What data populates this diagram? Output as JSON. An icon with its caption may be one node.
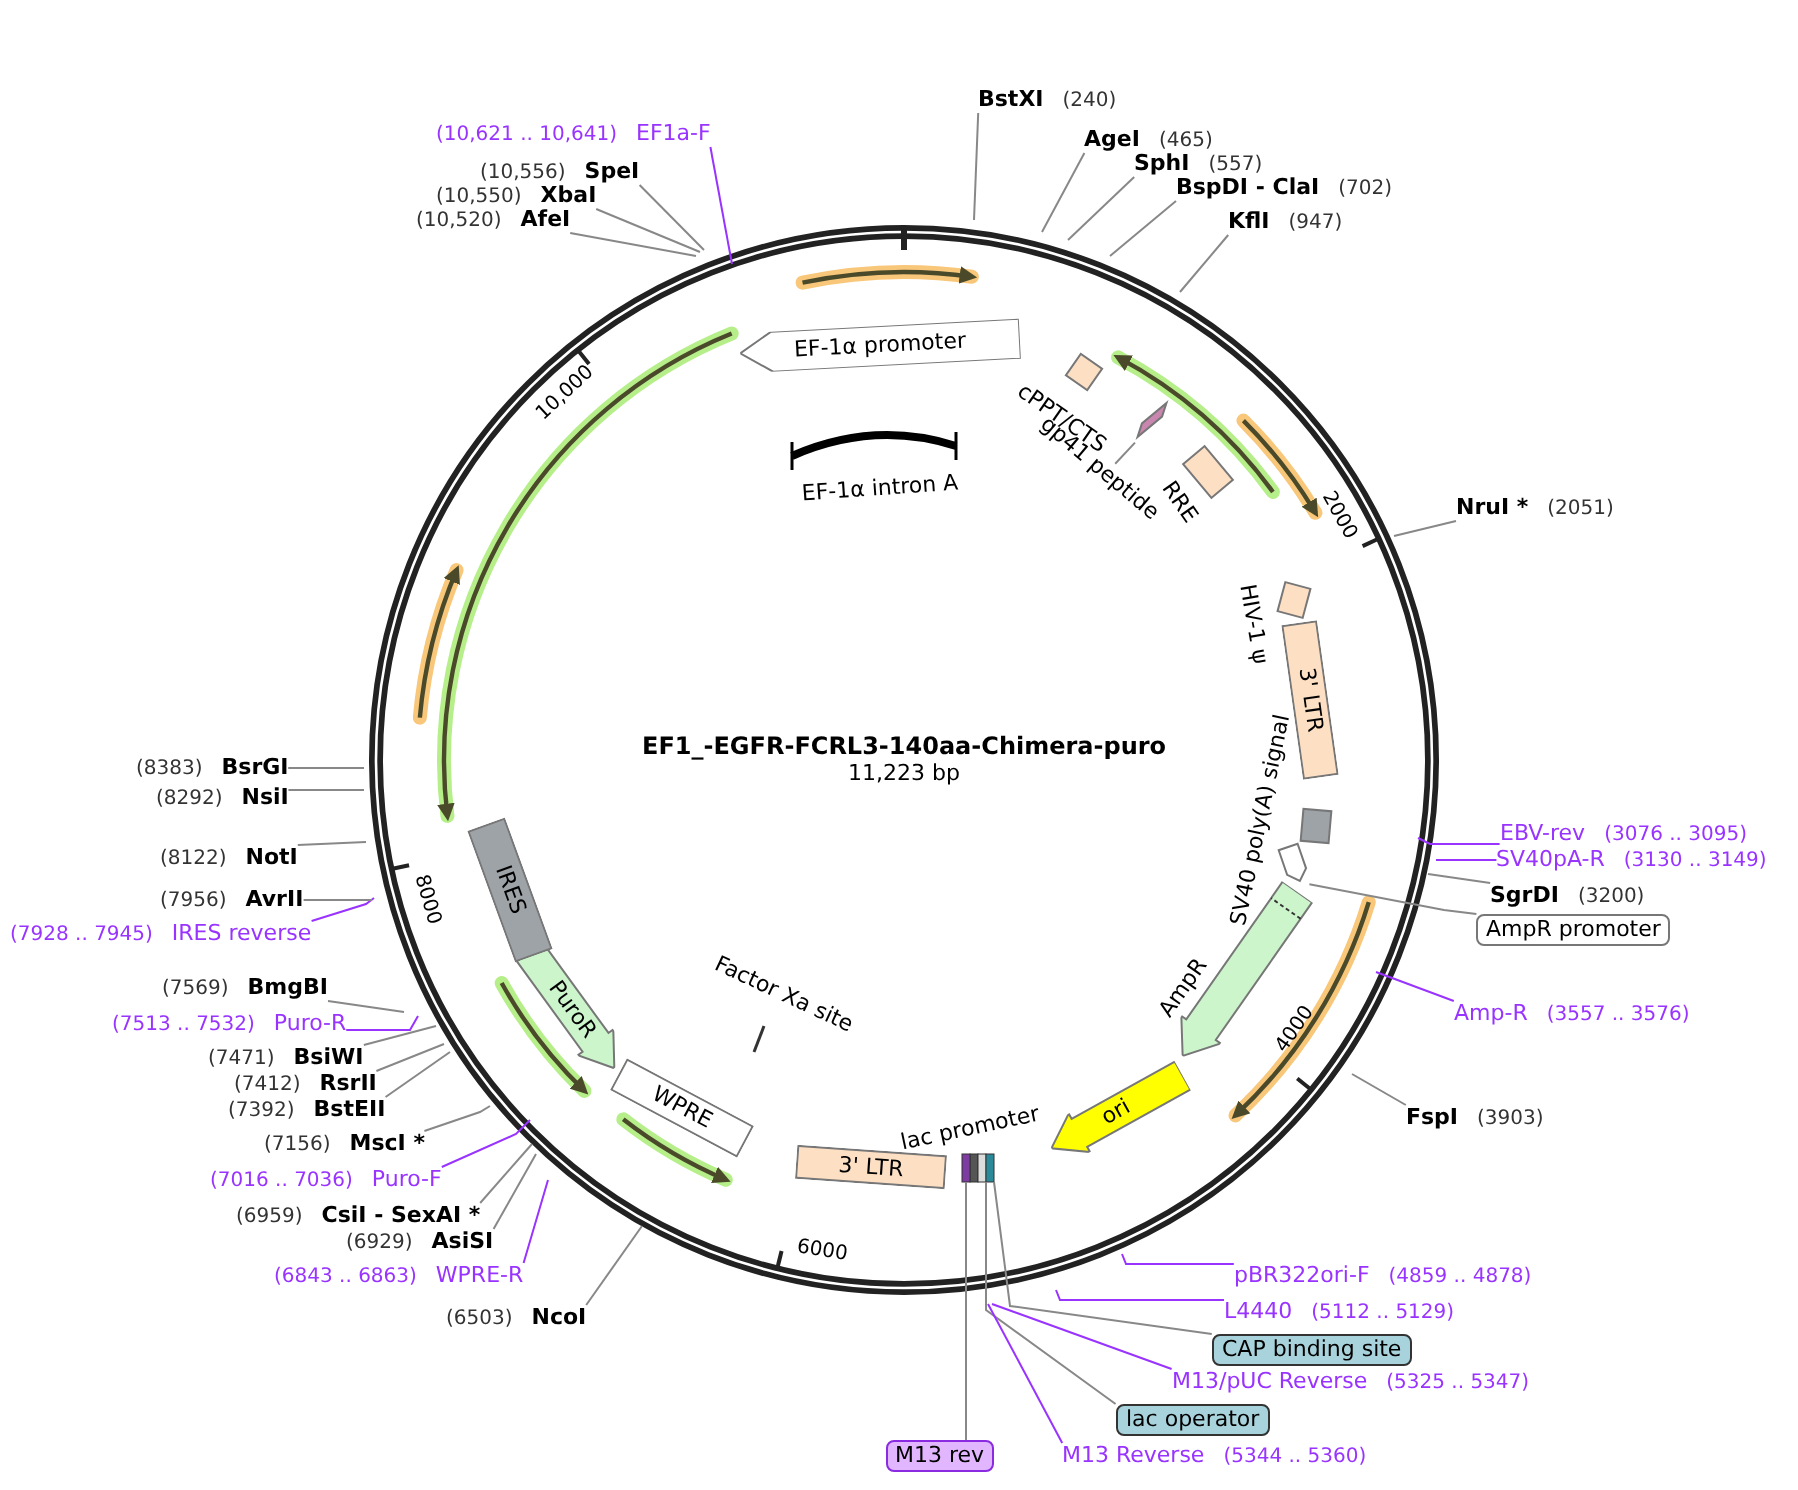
{
  "diagram": {
    "title": "EF1_-EGFR-FCRL3-140aa-Chimera-puro",
    "nodes": [
      {
        "text": [
          "BstXI",
          "(240)"
        ]
      },
      {
        "text": [
          "AgeI",
          "(465)"
        ]
      },
      {
        "text": [
          "SphI",
          "(557)"
        ]
      },
      {
        "text": [
          "BspDI - ClaI",
          "(702)"
        ]
      },
      {
        "text": [
          "KflI",
          "(947)"
        ]
      },
      {
        "text": [
          "NruI *",
          "(2051)"
        ]
      },
      {
        "text": [
          "EBV-rev",
          "(3076 .. 3095)"
        ]
      },
      {
        "text": [
          "SV40pA-R",
          "(3130 .. 3149)"
        ]
      },
      {
        "text": [
          "SgrDI",
          "(3200)"
        ]
      },
      {
        "text": [
          "AmpR promoter"
        ]
      },
      {
        "text": [
          "Amp-R",
          "(3557 .. 3576)"
        ]
      },
      {
        "text": [
          "FspI",
          "(3903)"
        ]
      },
      {
        "text": [
          "pBR322ori-F",
          "(4859 .. 4878)"
        ]
      },
      {
        "text": [
          "L4440",
          "(5112 .. 5129)"
        ]
      },
      {
        "text": [
          "CAP binding site"
        ]
      },
      {
        "text": [
          "M13/pUC Reverse",
          "(5325 .. 5347)"
        ]
      },
      {
        "text": [
          "lac operator"
        ]
      },
      {
        "text": [
          "M13 Reverse",
          "(5344 .. 5360)"
        ]
      },
      {
        "text": [
          "M13 rev"
        ]
      },
      {
        "text": [
          "(6503)",
          "NcoI"
        ]
      },
      {
        "text": [
          "(6843 .. 6863)",
          "WPRE-R"
        ]
      },
      {
        "text": [
          "(6929)",
          "AsiSI"
        ]
      },
      {
        "text": [
          "(6959)",
          "CsiI - SexAI *"
        ]
      },
      {
        "text": [
          "(7016 .. 7036)",
          "Puro-F"
        ]
      },
      {
        "text": [
          "(7156)",
          "MscI *"
        ]
      },
      {
        "text": [
          "(7392)",
          "BstEII"
        ]
      },
      {
        "text": [
          "(7412)",
          "RsrII"
        ]
      },
      {
        "text": [
          "(7471)",
          "BsiWI"
        ]
      },
      {
        "text": [
          "(7513 .. 7532)",
          "Puro-R"
        ]
      },
      {
        "text": [
          "(7569)",
          "BmgBI"
        ]
      },
      {
        "text": [
          "(7928 .. 7945)",
          "IRES reverse"
        ]
      },
      {
        "text": [
          "(7956)",
          "AvrII"
        ]
      },
      {
        "text": [
          "(8122)",
          "NotI"
        ]
      },
      {
        "text": [
          "(8292)",
          "NsiI"
        ]
      },
      {
        "text": [
          "(8383)",
          "BsrGI"
        ]
      },
      {
        "text": [
          "(10,520)",
          "AfeI"
        ]
      },
      {
        "text": [
          "(10,550)",
          "XbaI"
        ]
      },
      {
        "text": [
          "(10,556)",
          "SpeI"
        ]
      },
      {
        "text": [
          "(10,621 .. 10,641)",
          "EF1a-F"
        ]
      },
      {
        "text": [
          "EF-1α promoter"
        ]
      },
      {
        "text": [
          "cPPT/CTS"
        ]
      },
      {
        "text": [
          "gp41 peptide"
        ]
      },
      {
        "text": [
          "RRE"
        ]
      },
      {
        "text": [
          "HIV-1 ψ"
        ]
      },
      {
        "text": [
          "3' LTR"
        ]
      },
      {
        "text": [
          "SV40 poly(A) signal"
        ]
      },
      {
        "text": [
          "AmpR"
        ]
      },
      {
        "text": [
          "ori"
        ]
      },
      {
        "text": [
          "lac promoter"
        ]
      },
      {
        "text": [
          "3' LTR"
        ]
      },
      {
        "text": [
          "WPRE"
        ]
      },
      {
        "text": [
          "PuroR"
        ]
      },
      {
        "text": [
          "IRES"
        ]
      },
      {
        "text": [
          "Factor Xa site"
        ]
      },
      {
        "text": [
          "EF-1α intron A"
        ]
      },
      {
        "text": [],
        "shape": "arrow"
      },
      {
        "text": [],
        "shape": "bar"
      },
      {
        "text": [],
        "shape": "bar"
      },
      {
        "text": [],
        "shape": "bar"
      },
      {
        "text": [],
        "shape": "box"
      }
    ],
    "edges": [
      {
        "from": 0,
        "to": null,
        "arrow": "none"
      },
      {
        "from": 1,
        "to": null,
        "arrow": "none"
      },
      {
        "from": 2,
        "to": null,
        "arrow": "none"
      },
      {
        "from": 3,
        "to": null,
        "arrow": "none"
      },
      {
        "from": 4,
        "to": null,
        "arrow": "none"
      },
      {
        "from": 5,
        "to": null,
        "arrow": "none"
      },
      {
        "from": 6,
        "to": null,
        "arrow": "none",
        "color": "#9933ff"
      },
      {
        "from": 7,
        "to": null,
        "arrow": "none",
        "color": "#9933ff"
      },
      {
        "from": 8,
        "to": null,
        "arrow": "none"
      },
      {
        "from": 9,
        "to": 55,
        "arrow": "none"
      },
      {
        "from": 10,
        "to": null,
        "arrow": "none",
        "color": "#9933ff"
      },
      {
        "from": 11,
        "to": null,
        "arrow": "none"
      },
      {
        "from": 12,
        "to": null,
        "arrow": "none",
        "color": "#9933ff"
      },
      {
        "from": 13,
        "to": null,
        "arrow": "none",
        "color": "#9933ff"
      },
      {
        "from": 14,
        "to": 58,
        "arrow": "none"
      },
      {
        "from": 15,
        "to": null,
        "arrow": "none",
        "color": "#9933ff"
      },
      {
        "from": 16,
        "to": 57,
        "arrow": "none"
      },
      {
        "from": 17,
        "to": null,
        "arrow": "none",
        "color": "#9933ff"
      },
      {
        "from": 18,
        "to": 56,
        "arrow": "none"
      },
      {
        "from": 19,
        "to": null,
        "arrow": "none"
      },
      {
        "from": 20,
        "to": null,
        "arrow": "none",
        "color": "#9933ff"
      },
      {
        "from": 21,
        "to": null,
        "arrow": "none"
      },
      {
        "from": 22,
        "to": null,
        "arrow": "none"
      },
      {
        "from": 23,
        "to": null,
        "arrow": "none",
        "color": "#9933ff"
      },
      {
        "from": 24,
        "to": null,
        "arrow": "none"
      },
      {
        "from": 25,
        "to": null,
        "arrow": "none"
      },
      {
        "from": 26,
        "to": null,
        "arrow": "none"
      },
      {
        "from": 27,
        "to": null,
        "arrow": "none"
      },
      {
        "from": 28,
        "to": null,
        "arrow": "none",
        "color": "#9933ff"
      },
      {
        "from": 29,
        "to": null,
        "arrow": "none"
      },
      {
        "from": 30,
        "to": null,
        "arrow": "none",
        "color": "#9933ff"
      },
      {
        "from": 31,
        "to": null,
        "arrow": "none"
      },
      {
        "from": 32,
        "to": null,
        "arrow": "none"
      },
      {
        "from": 33,
        "to": null,
        "arrow": "none"
      },
      {
        "from": 34,
        "to": null,
        "arrow": "none"
      },
      {
        "from": 35,
        "to": null,
        "arrow": "none"
      },
      {
        "from": 36,
        "to": null,
        "arrow": "none"
      },
      {
        "from": 37,
        "to": null,
        "arrow": "none"
      },
      {
        "from": 38,
        "to": null,
        "arrow": "none",
        "color": "#9933ff"
      },
      {
        "from": 41,
        "to": 59,
        "arrow": "none"
      }
    ],
    "labels": [
      "10,000",
      "2000",
      "11,223 bp",
      "8000",
      "4000",
      "6000"
    ]
  }
}
